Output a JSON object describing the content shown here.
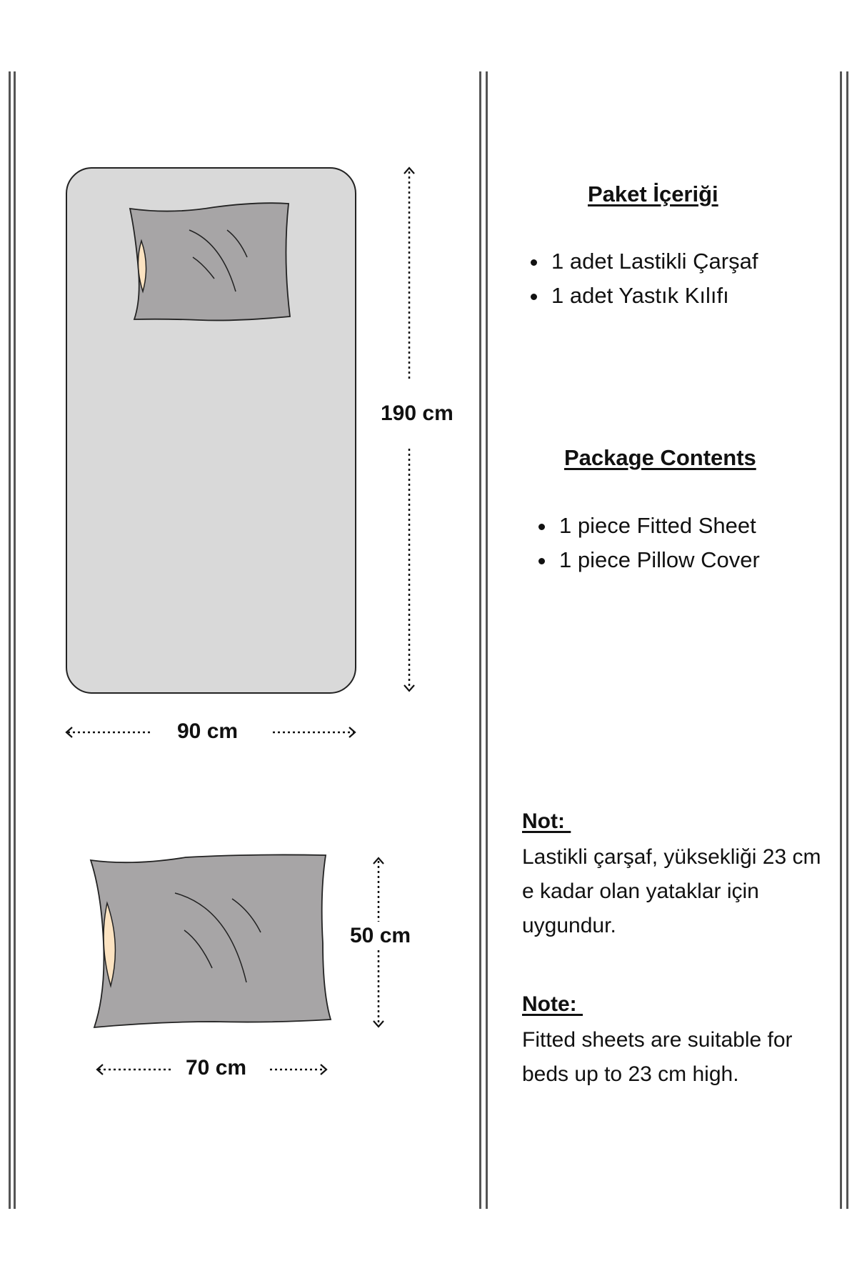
{
  "dimensions": {
    "bed_length": "190 cm",
    "bed_width": "90 cm",
    "pillow_height": "50 cm",
    "pillow_width": "70 cm"
  },
  "contents_tr": {
    "heading": "Paket İçeriği",
    "items": [
      "1 adet Lastikli Çarşaf",
      "1 adet Yastık Kılıfı"
    ]
  },
  "contents_en": {
    "heading": "Package Contents",
    "items": [
      "1 piece Fitted Sheet",
      "1 piece Pillow Cover"
    ]
  },
  "note_tr": {
    "title": "Not: ",
    "body": "Lastikli çarşaf, yüksekliği 23 cm e kadar olan yataklar için uygundur."
  },
  "note_en": {
    "title": "Note: ",
    "body": "Fitted sheets are suitable for beds up to 23 cm high."
  },
  "colors": {
    "sheet": "#d9d9d9",
    "pillow": "#a7a5a6",
    "pillow_inner": "#fce3c1",
    "outline": "#222222",
    "divider": "#555555"
  }
}
